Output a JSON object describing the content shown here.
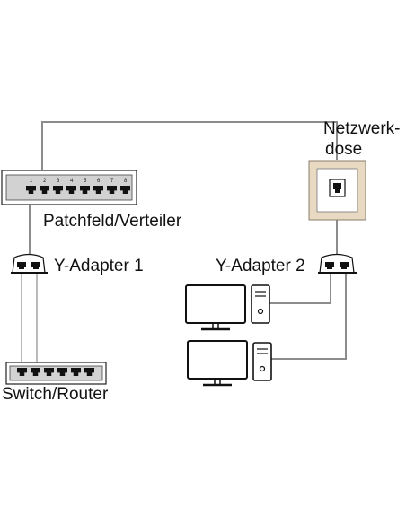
{
  "labels": {
    "netzwerkdose_line1": "Netzwerk-",
    "netzwerkdose_line2": "dose",
    "patchfeld": "Patchfeld/Verteiler",
    "y_adapter_1": "Y-Adapter 1",
    "y_adapter_2": "Y-Adapter 2",
    "switch_router": "Switch/Router"
  },
  "patch_panel": {
    "port_numbers": [
      "1",
      "2",
      "3",
      "4",
      "5",
      "6",
      "7",
      "8"
    ]
  },
  "colors": {
    "cable": "#8c8c8c",
    "wall_plate": "#e8d9c3",
    "device_fill": "#d2d2d2",
    "outline": "#222222"
  }
}
